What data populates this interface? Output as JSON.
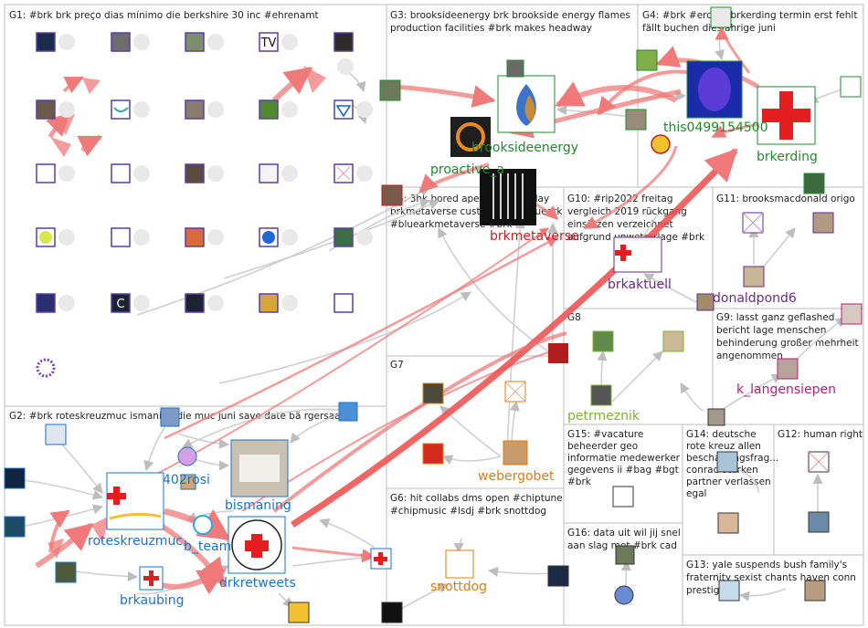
{
  "colors": {
    "edge_gray": "#c8c8c8",
    "edge_red": "#f07a7a",
    "edge_red_strong": "#ec4a4a",
    "label_blue": "#1a73c7",
    "label_green": "#1f8a2f",
    "label_red": "#c21f1f",
    "label_orange": "#e07b12",
    "label_purple": "#6a2a8a",
    "label_magenta": "#b0207d",
    "label_lime": "#7bb52c",
    "label_darkred": "#b3101d"
  },
  "groups": [
    {
      "id": "G1",
      "title_lines": [
        "G1: #brk brk preço dias mínimo die berkshire 30 inc #ehrenamt"
      ]
    },
    {
      "id": "G3",
      "title_lines": [
        "G3: brooksideenergy brk brookside energy flames",
        "production facilities #brk makes headway"
      ]
    },
    {
      "id": "G4",
      "title_lines": [
        "G4: #brk #erding brkerding termin erst fehlt",
        "fällt buchen diesjährige juni"
      ]
    },
    {
      "id": "G5",
      "title_lines": [
        "G5: 3hk bored ape gummy today",
        "brkmetaverse customised #blueark",
        "#bluearkmetaverse #brk"
      ]
    },
    {
      "id": "G10",
      "title_lines": [
        "G10: #rip2022 freitag",
        "vergleich 2019 rückgang",
        "einsätzen verzeichnet",
        "aufgrund unwetterlage #brk"
      ]
    },
    {
      "id": "G11",
      "title_lines": [
        "G11: brooksmacdonald origo"
      ]
    },
    {
      "id": "G9",
      "title_lines": [
        "G9: lasst ganz geflashed",
        "bericht lage menschen",
        "behinderung großer mehrheit",
        "angenommen"
      ]
    },
    {
      "id": "G8",
      "title_lines": [
        "G8"
      ]
    },
    {
      "id": "G7",
      "title_lines": [
        "G7"
      ]
    },
    {
      "id": "G2",
      "title_lines": [
        "G2: #brk roteskreuzmuc ismaning die muc juni save date bä rgersaal"
      ]
    },
    {
      "id": "G15",
      "title_lines": [
        "G15: #vacature",
        "beheerder geo",
        "informatie medewerker",
        "gegevens ii #bag #bgt",
        "#brk"
      ]
    },
    {
      "id": "G14",
      "title_lines": [
        "G14: deutsche",
        "rote kreuz allen",
        "beschaffungsfrag...",
        "conrad starken",
        "partner verlassen",
        "egal"
      ]
    },
    {
      "id": "G12",
      "title_lines": [
        "G12: human right"
      ]
    },
    {
      "id": "G6",
      "title_lines": [
        "G6: hit collabs dms open #chiptune",
        "#chipmusic #lsdj #brk snottdog"
      ]
    },
    {
      "id": "G16",
      "title_lines": [
        "G16: data uit wil jij snel",
        "aan slag met #brk cad"
      ]
    },
    {
      "id": "G13",
      "title_lines": [
        "G13: yale suspends bush family's",
        "fraternity sexist chants haven conn",
        "prestigious"
      ]
    }
  ],
  "labels": {
    "brooksideenergy": "brooksideenergy",
    "proactive_a": "proactive_a",
    "this0499154500": "this0499154500",
    "brkerding": "brkerding",
    "brkmetaverse": "brkmetaverse",
    "brkaktuell": "brkaktuell",
    "donaldpond6": "donaldpond6",
    "k_langensiepen": "k_langensiepen",
    "petrmeznik": "petrmeznik",
    "webergobet": "webergobet",
    "a402rosi": "402rosi",
    "bismaning": "bismaning",
    "roteskreuzmuc": "roteskreuzmuc",
    "b_team": "b_team",
    "brkaubing": "brkaubing",
    "drkretweets": "drkretweets",
    "snottdog": "snottdog"
  },
  "icons": {
    "red_cross": "red-cross-icon",
    "drk_seal": "drk-seal-icon",
    "brookside_flame": "brookside-flame-icon",
    "placeholder": "broken-image-icon"
  }
}
